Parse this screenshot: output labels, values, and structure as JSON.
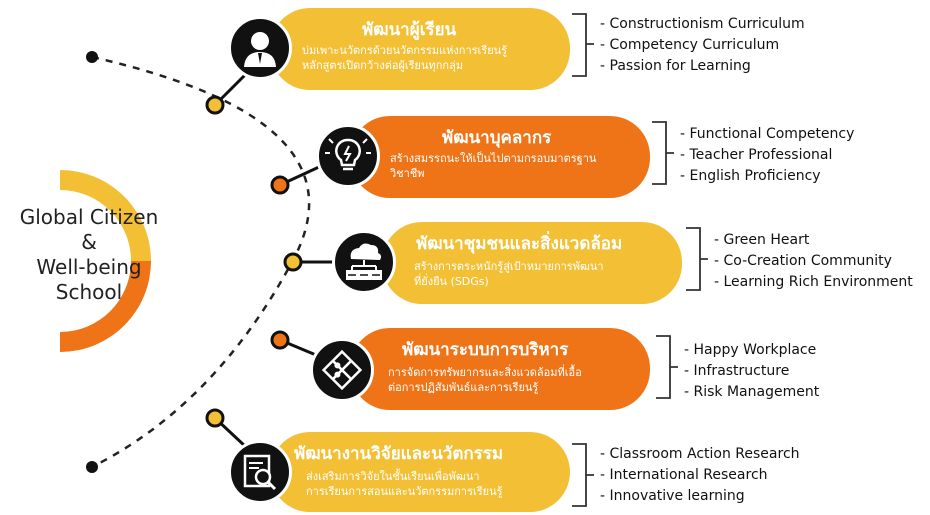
{
  "center": {
    "line1": "Global Citizen",
    "line2": "&",
    "line3": "Well-being",
    "line4": "School"
  },
  "colors": {
    "yellow": "#f2bf35",
    "orange": "#ef7418",
    "dark": "#111111"
  },
  "branches": [
    {
      "title": "พัฒนาผู้เรียน",
      "desc1": "บ่มเพาะนวัตกรด้วยนวัตกรรมแห่งการเรียนรู้",
      "desc2": "หลักสูตรเปิดกว้างต่อผู้เรียนทุกกลุ่ม",
      "icon": "student-icon",
      "color": "yellow",
      "items": [
        "- Constructionism Curriculum",
        "- Competency Curriculum",
        "- Passion for Learning"
      ]
    },
    {
      "title": "พัฒนาบุคลากร",
      "desc1": "สร้างสมรรถนะให้เป็นไปตามกรอบมาตรฐาน",
      "desc2": "วิชาชีพ",
      "icon": "lightbulb-icon",
      "color": "orange",
      "items": [
        "- Functional Competency",
        "- Teacher Professional",
        "- English Proficiency"
      ]
    },
    {
      "title": "พัฒนาชุมชนและสิ่งแวดล้อม",
      "desc1": "สร้างการตระหนักรู้สู่เป้าหมายการพัฒนา",
      "desc2": "ที่ยั่งยืน (SDGs)",
      "icon": "cloud-network-icon",
      "color": "yellow",
      "items": [
        "- Green Heart",
        "- Co-Creation Community",
        "- Learning Rich Environment"
      ]
    },
    {
      "title": "พัฒนาระบบการบริหาร",
      "desc1": "การจัดการทรัพยากรและสิ่งแวดล้อมที่เอื้อ",
      "desc2": "ต่อการปฏิสัมพันธ์และการเรียนรู้",
      "icon": "puzzle-icon",
      "color": "orange",
      "items": [
        "- Happy Workplace",
        "- Infrastructure",
        "- Risk Management"
      ]
    },
    {
      "title": "พัฒนางานวิจัยและนวัตกรรม",
      "desc1": "ส่งเสริมการวิจัยในชั้นเรียนเพื่อพัฒนา",
      "desc2": "การเรียนการสอนและนวัตกรรมการเรียนรู้",
      "icon": "research-icon",
      "color": "yellow",
      "items": [
        "- Classroom Action Research",
        "- International Research",
        "- Innovative learning"
      ]
    }
  ]
}
